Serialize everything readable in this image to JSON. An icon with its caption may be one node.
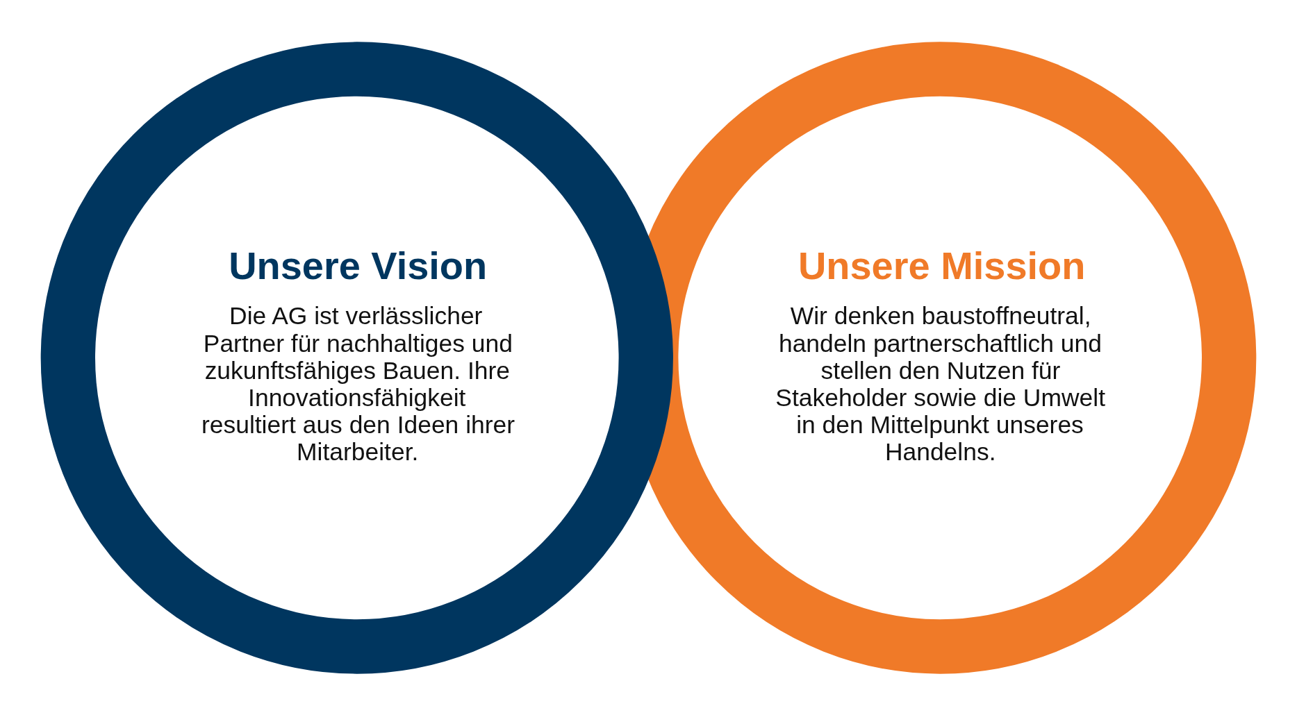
{
  "diagram": {
    "nodes": [
      {
        "text": [
          "Unsere Vision",
          "Die AG ist verlässlicher Partner für nachhaltiges und zukunftsfähiges Bauen. Ihre Innovationsfähigkeit resultiert aus den Ideen ihrer Mitarbeiter."
        ]
      },
      {
        "text": [
          "Unsere Mission",
          "Wir denken baustoffneutral, handeln partnerschaftlich und stellen den Nutzen für Stakeholder sowie die Umwelt in den Mittelpunkt unseres Handelns."
        ]
      }
    ]
  }
}
